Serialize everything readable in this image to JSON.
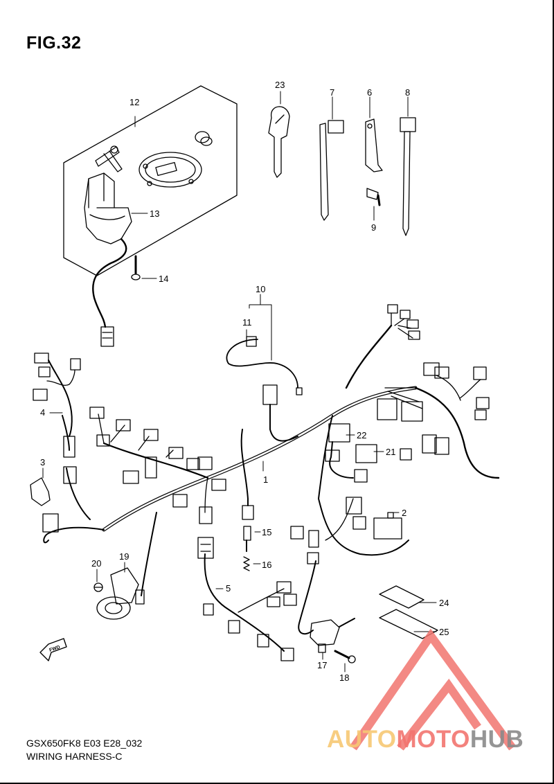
{
  "figure": {
    "title": "FIG.32"
  },
  "footer": {
    "model_code": "GSX650FK8 E03 E28_032",
    "section_name": "WIRING HARNESS-C"
  },
  "callouts": [
    "1",
    "2",
    "3",
    "4",
    "5",
    "6",
    "7",
    "8",
    "9",
    "10",
    "11",
    "12",
    "13",
    "14",
    "15",
    "16",
    "17",
    "18",
    "19",
    "20",
    "21",
    "22",
    "23",
    "24",
    "25"
  ],
  "forward_badge": "FWD",
  "watermark": {
    "brand_part1": "AUTO",
    "brand_part2": "MOTO",
    "brand_part3": "HUB",
    "colors": {
      "part1": "#f7c874",
      "part2": "#f2756f",
      "part3": "#8a8a8a",
      "triangle": "#f2756f"
    }
  }
}
